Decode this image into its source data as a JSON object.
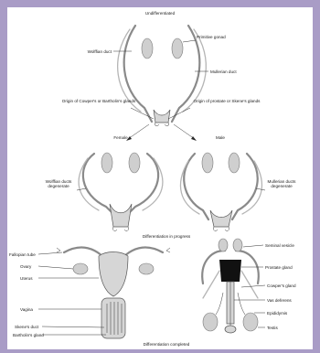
{
  "stages": {
    "undifferentiated": "Undifferentiated",
    "in_progress": "Differentiation in progress",
    "completed": "Differentiation completed"
  },
  "top_labels": {
    "wolffian_duct": "Wolffian duct",
    "primitive_gonad": "Primitive gonad",
    "mullerian_duct": "Mullerian duct",
    "cowper_origin": "Origin of Cowper's or Bartholin's glands",
    "prostate_origin": "Origin of prostate or Skene's glands"
  },
  "middle_labels": {
    "female": "Female",
    "male": "Male",
    "wolffian_degenerate": "Wolffian ducts degenerate",
    "mullerian_degenerate": "Mullerian ducts degenerate"
  },
  "female_labels": [
    "Fallopian tube",
    "Ovary",
    "Uterus",
    "Vagina",
    "Skene's duct",
    "Bartholin's gland"
  ],
  "male_labels": [
    "Seminal vesicle",
    "Prostate gland",
    "Cowper's gland",
    "Vas deferens",
    "Epididymis",
    "Testis"
  ]
}
